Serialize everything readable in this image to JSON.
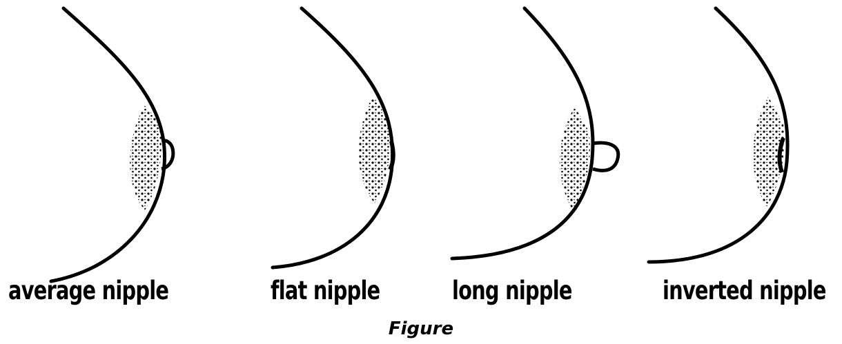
{
  "diagram": {
    "panels": [
      {
        "id": "average",
        "label": "average nipple"
      },
      {
        "id": "flat",
        "label": "flat nipple"
      },
      {
        "id": "long",
        "label": "long nipple"
      },
      {
        "id": "inverted",
        "label": "inverted nipple"
      }
    ],
    "caption": "Figure"
  }
}
